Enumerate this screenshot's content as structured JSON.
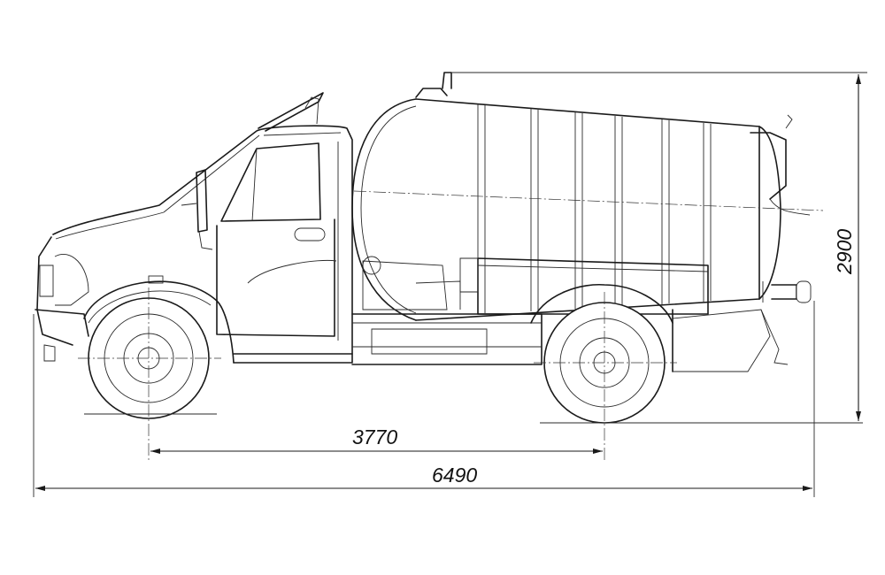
{
  "dimensions": {
    "wheelbase": "3770",
    "overall_length": "6490",
    "overall_height": "2900"
  },
  "colors": {
    "line": "#1a1a1a",
    "background": "#ffffff"
  }
}
